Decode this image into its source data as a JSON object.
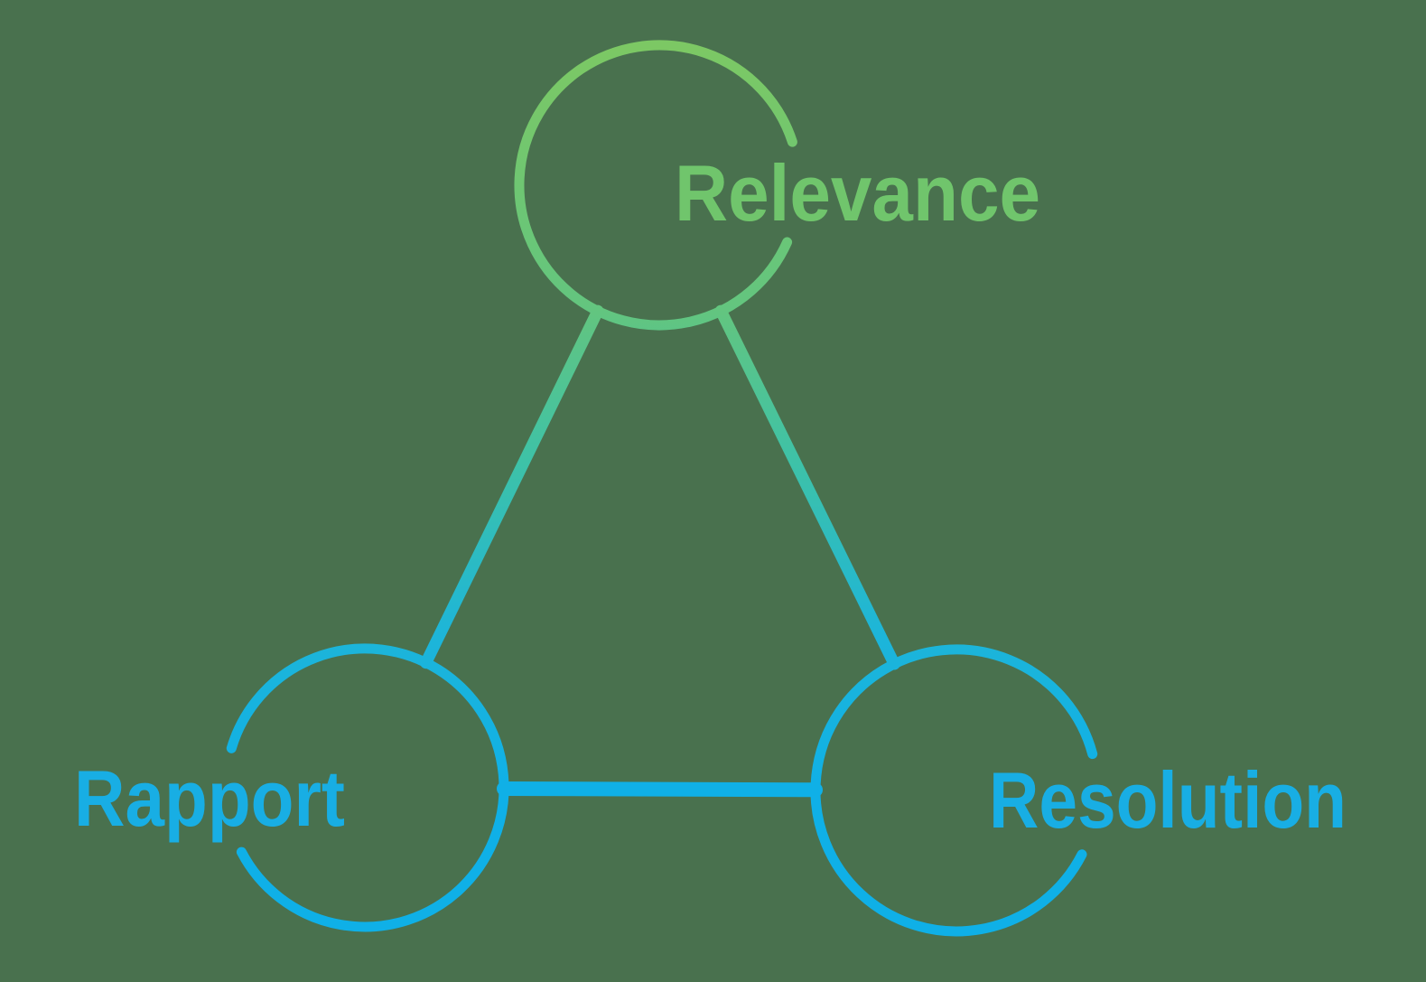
{
  "page": {
    "background_color": "#49714e"
  },
  "diagram": {
    "type": "triangle-network",
    "nodes": [
      {
        "id": "relevance",
        "label": "Relevance",
        "color": "#70c56c",
        "position": "top"
      },
      {
        "id": "rapport",
        "label": "Rapport",
        "color": "#18aee4",
        "position": "bottom-left"
      },
      {
        "id": "resolution",
        "label": "Resolution",
        "color": "#18aee4",
        "position": "bottom-right"
      }
    ],
    "connectors": [
      {
        "from": "Relevance",
        "to": "Rapport"
      },
      {
        "from": "Relevance",
        "to": "Resolution"
      },
      {
        "from": "Rapport",
        "to": "Resolution"
      }
    ],
    "gradient": {
      "stops": [
        "#7dc863",
        "#63c57f",
        "#3ec2a7",
        "#1db5d9",
        "#0fb0e7"
      ]
    }
  }
}
